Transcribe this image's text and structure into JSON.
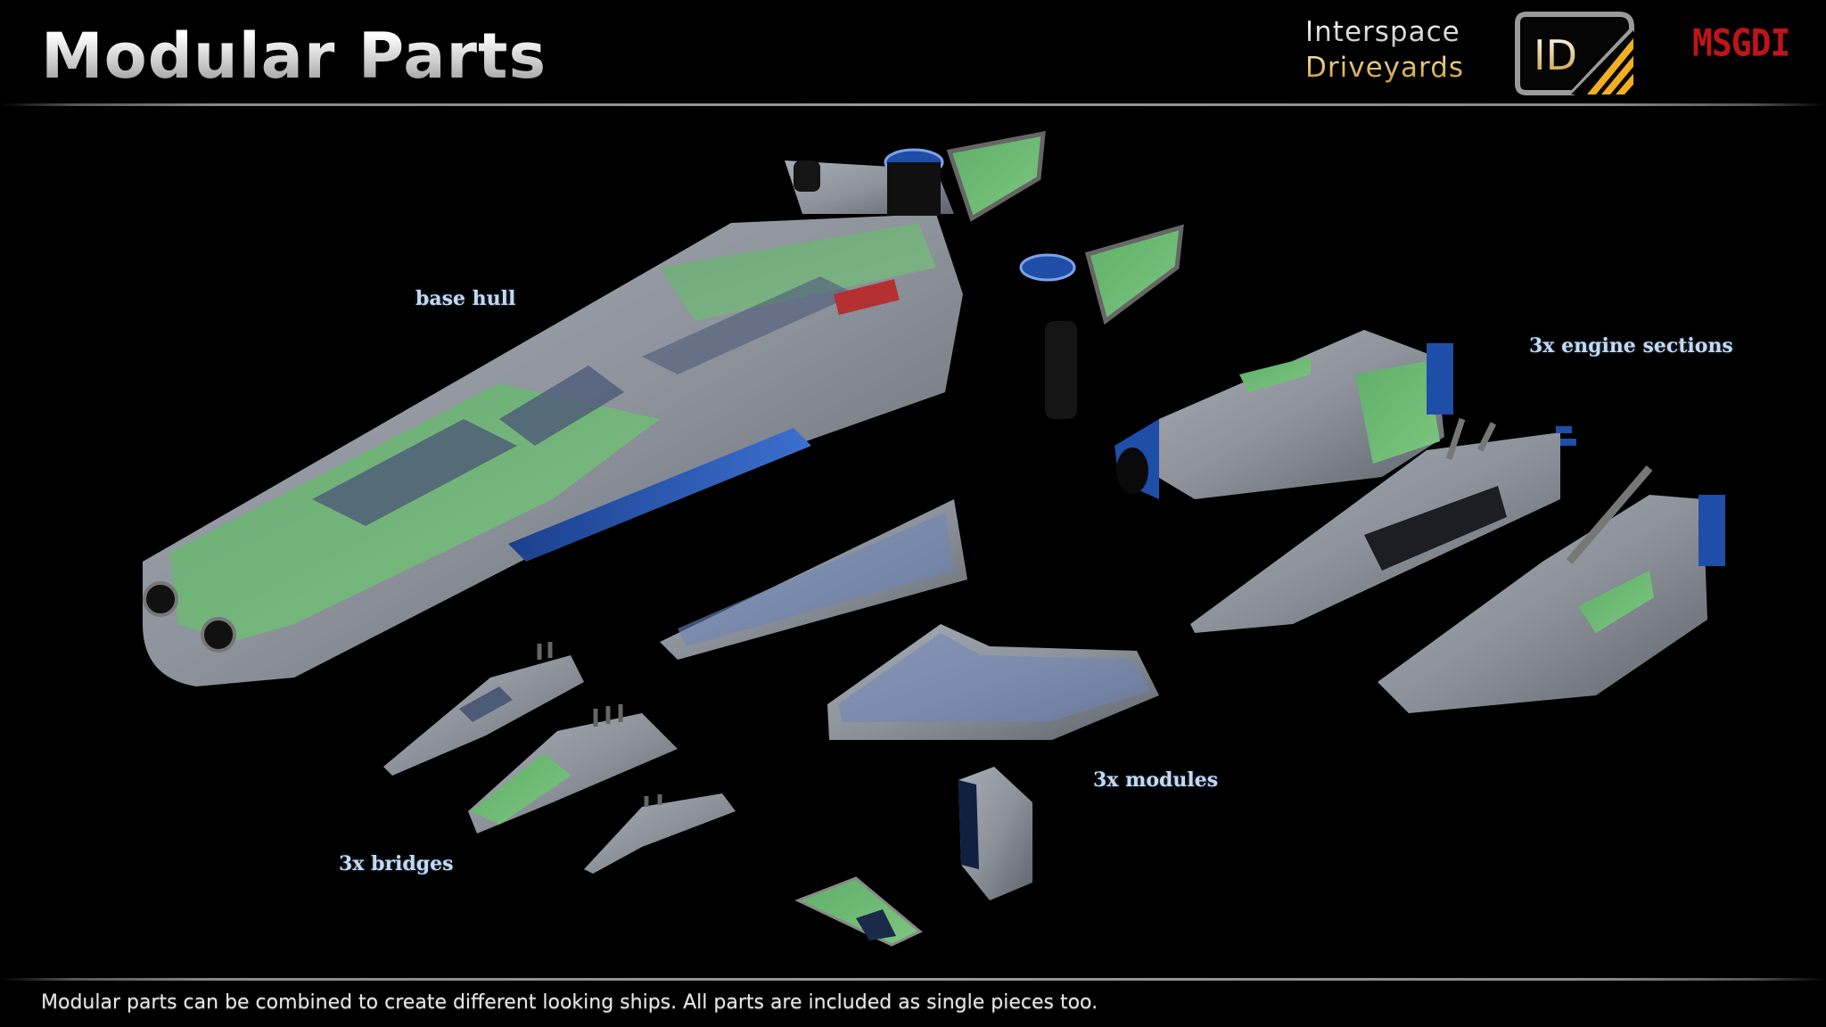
{
  "header": {
    "title": "Modular Parts",
    "brand": {
      "line1": "Interspace",
      "line2": "Driveyards",
      "logo_mark": "ID",
      "partner_logo": "MSGDI"
    }
  },
  "labels": {
    "base_hull": "base hull",
    "engine_sections": "3x engine sections",
    "modules": "3x modules",
    "bridges": "3x bridges"
  },
  "footer": {
    "caption": "Modular parts can be combined to create different looking ships. All parts are included as single pieces too."
  },
  "colors": {
    "background": "#000000",
    "hull_gray": "#8e939c",
    "hull_green": "#6fbf73",
    "hull_blue": "#2a5ab8",
    "label_blue": "#c2d9f2",
    "brand_gold": "#e0a82a",
    "brand_red": "#c0141a"
  }
}
